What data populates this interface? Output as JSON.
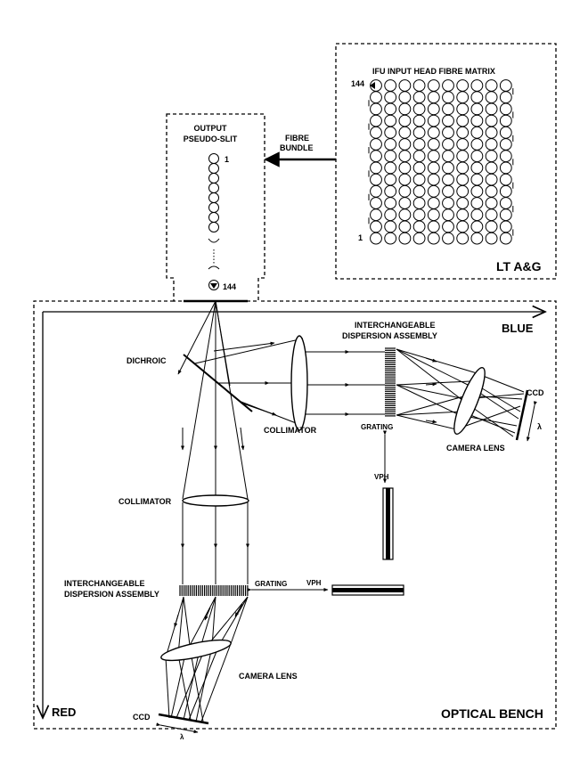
{
  "panels": {
    "lt_ag": "LT A&G",
    "optical_bench": "OPTICAL BENCH"
  },
  "labels": {
    "fibre_matrix": "IFU INPUT HEAD FIBRE MATRIX",
    "matrix_start": "144",
    "matrix_end": "1",
    "pseudo_slit_line1": "OUTPUT",
    "pseudo_slit_line2": "PSEUDO-SLIT",
    "slit_first": "1",
    "slit_last": "144",
    "fibre_bundle_line1": "FIBRE",
    "fibre_bundle_line2": "BUNDLE",
    "blue": "BLUE",
    "red": "RED",
    "dichroic": "DICHROIC",
    "collimator_blue": "COLLIMATOR",
    "collimator_red": "COLLIMATOR",
    "ida_blue_line1": "INTERCHANGEABLE",
    "ida_blue_line2": "DISPERSION ASSEMBLY",
    "ida_red_line1": "INTERCHANGEABLE",
    "ida_red_line2": "DISPERSION ASSEMBLY",
    "grating_blue": "GRATING",
    "grating_red": "GRATING",
    "vph_blue": "VPH",
    "vph_red": "VPH",
    "camera_lens_blue": "CAMERA LENS",
    "camera_lens_red": "CAMERA LENS",
    "ccd_blue": "CCD",
    "ccd_red": "CCD",
    "lambda_blue": "λ",
    "lambda_red": "λ"
  }
}
